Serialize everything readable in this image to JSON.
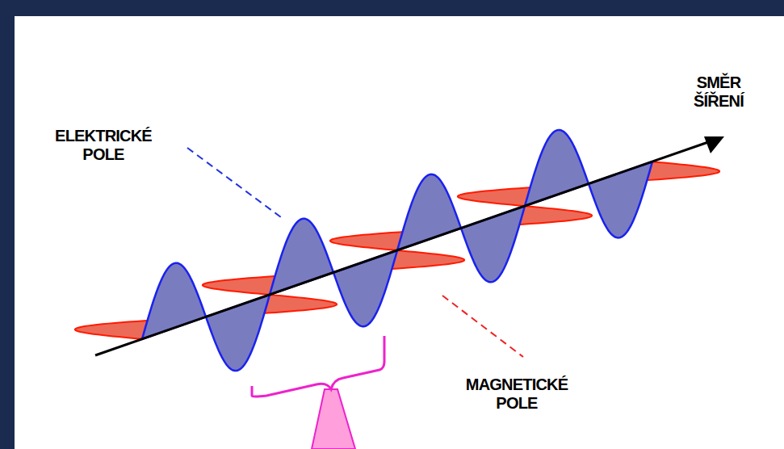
{
  "diagram": {
    "labels": [
      "ELEKTRICKÉ POLE",
      "SMĚR ŠÍŘENÍ",
      "MAGNETICKÉ POLE"
    ]
  }
}
